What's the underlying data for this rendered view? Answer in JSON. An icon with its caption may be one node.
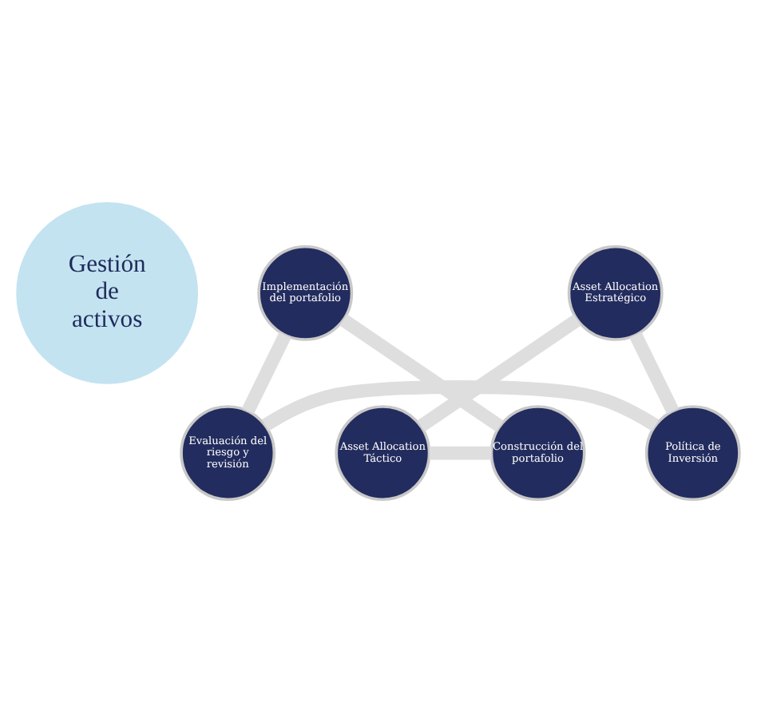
{
  "diagram": {
    "nodes": [
      {
        "text": [
          "Gestión de activos"
        ]
      },
      {
        "text": [
          "Evaluación del riesgo y revisión"
        ]
      },
      {
        "text": [
          "Política de Inversión"
        ]
      },
      {
        "text": [
          "Asset Allocation Estratégico"
        ]
      },
      {
        "text": [
          "Asset Allocation Táctico"
        ]
      },
      {
        "text": [
          "Construcción del portafolio"
        ]
      },
      {
        "text": [
          "Implementación del portafolio"
        ]
      }
    ],
    "edges": [
      {
        "from": 1,
        "to": 2,
        "arrow": "none"
      },
      {
        "from": 2,
        "to": 3,
        "arrow": "none"
      },
      {
        "from": 3,
        "to": 4,
        "arrow": "none"
      },
      {
        "from": 4,
        "to": 5,
        "arrow": "none"
      },
      {
        "from": 5,
        "to": 6,
        "arrow": "none"
      },
      {
        "from": 6,
        "to": 1,
        "arrow": "none"
      }
    ]
  }
}
